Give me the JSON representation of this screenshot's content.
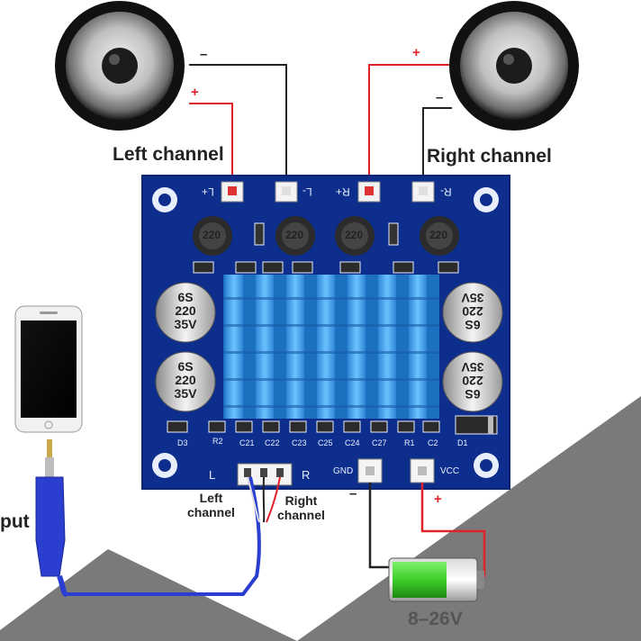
{
  "labels": {
    "left_channel": "Left channel",
    "right_channel": "Right channel",
    "input_partial": "put",
    "input_left_channel": "Left\nchannel",
    "input_right_channel": "Right\nchannel",
    "voltage": "8–26V",
    "plus": "+",
    "minus": "–"
  },
  "board": {
    "speaker_pins": [
      "L+",
      "L-",
      "R+",
      "R-"
    ],
    "power_pins": [
      "GND",
      "VCC"
    ],
    "input_marks": [
      "L",
      "R"
    ],
    "inductor_value": "220",
    "cap_left_lines": [
      "6S",
      "220",
      "35V"
    ],
    "cap_right_lines": [
      "35V",
      "220",
      "6S"
    ],
    "smd_labels": [
      "D3",
      "R2",
      "C21",
      "C22",
      "C23",
      "C25",
      "C24",
      "C27",
      "R1",
      "C2",
      "D1"
    ]
  },
  "colors": {
    "board": "#0d2e8c",
    "heatsink": "#3aa0e8",
    "wire_red": "#e0222a",
    "wire_black": "#222222",
    "wire_blue": "#2a3fd0",
    "battery": "#3ecf2a"
  }
}
